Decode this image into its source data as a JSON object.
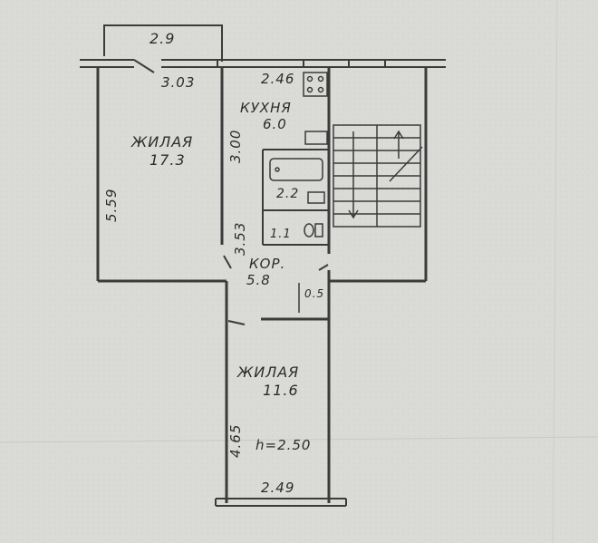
{
  "plan": {
    "balcony_width": "2.9",
    "living1": {
      "name": "ЖИЛАЯ",
      "area": "17.3",
      "width": "3.03",
      "length": "5.59"
    },
    "kitchen": {
      "name": "КУХНЯ",
      "area": "6.0",
      "width": "2.46",
      "depth": "3.00"
    },
    "bathroom": {
      "area": "2.2"
    },
    "toilet": {
      "area": "1.1"
    },
    "corridor": {
      "name": "КОР.",
      "area": "5.8",
      "length": "3.53"
    },
    "closet": {
      "area": "0.5"
    },
    "living2": {
      "name": "ЖИЛАЯ",
      "area": "11.6",
      "length": "4.65",
      "width": "2.49"
    },
    "ceiling_height": "h=2.50"
  }
}
